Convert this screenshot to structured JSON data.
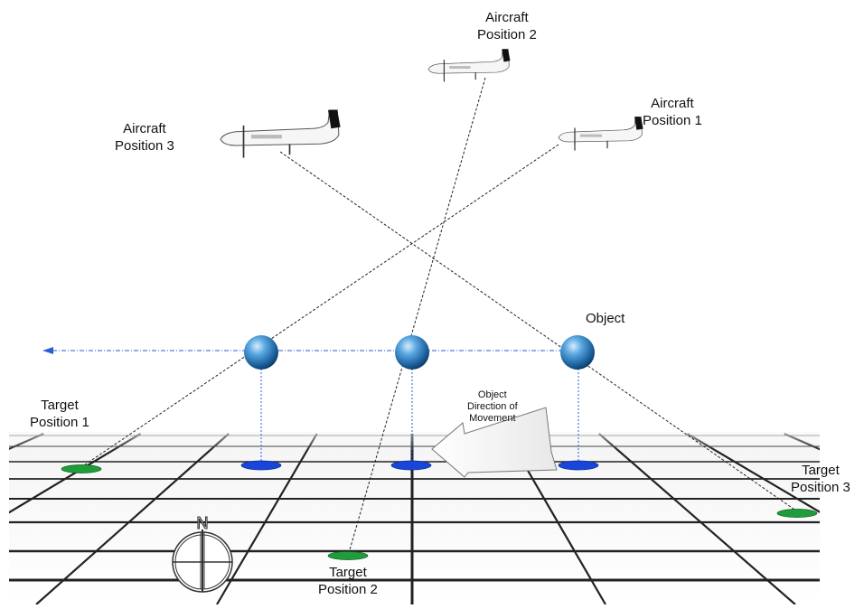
{
  "aircraft": [
    {
      "line1": "Aircraft",
      "line2": "Position 1"
    },
    {
      "line1": "Aircraft",
      "line2": "Position 2"
    },
    {
      "line1": "Aircraft",
      "line2": "Position 3"
    }
  ],
  "targets": [
    {
      "line1": "Target",
      "line2": "Position 1"
    },
    {
      "line1": "Target",
      "line2": "Position 2"
    },
    {
      "line1": "Target",
      "line2": "Position 3"
    }
  ],
  "object_label": "Object",
  "movement": {
    "line1": "Object",
    "line2": "Direction of",
    "line3": "Movement"
  },
  "compass": {
    "letter": "N"
  },
  "colors": {
    "sphere": "#2a7fc0",
    "shadow_blue": "#1846d8",
    "target_green": "#1f9d3a",
    "grid": "#222222",
    "arrow_dashed": "#2a5fd0"
  }
}
